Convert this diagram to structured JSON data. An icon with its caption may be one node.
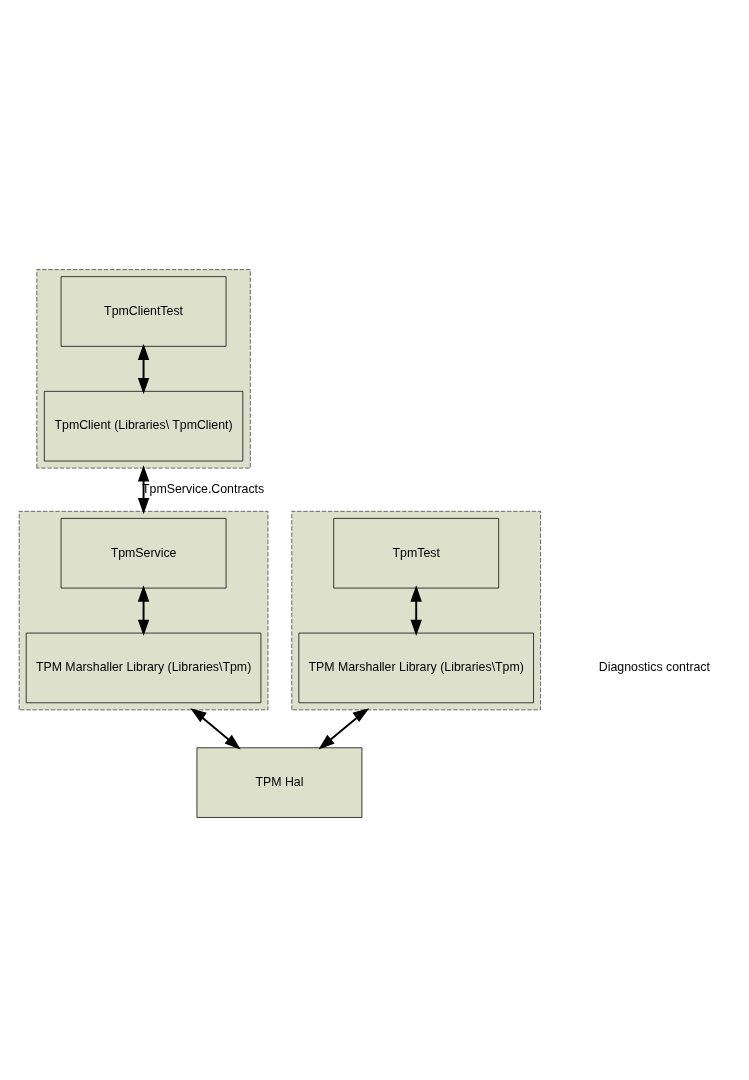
{
  "diagram": {
    "nodes": [
      {
        "text": [],
        "shape": "box"
      },
      {
        "text": [
          "TpmClientTest"
        ],
        "in": 0
      },
      {
        "text": [
          "TpmClient (Libraries\\ TpmClient)"
        ],
        "in": 0
      },
      {
        "text": [],
        "shape": "box"
      },
      {
        "text": [
          "TpmService"
        ],
        "in": 3
      },
      {
        "text": [
          "TPM Marshaller Library (Libraries\\Tpm)"
        ],
        "in": 3
      },
      {
        "text": [],
        "shape": "box"
      },
      {
        "text": [
          "TpmTest"
        ],
        "in": 6
      },
      {
        "text": [
          "TPM Marshaller Library (Libraries\\Tpm)"
        ],
        "in": 6
      },
      {
        "text": [
          "TPM Hal"
        ]
      }
    ],
    "edges": [
      {
        "from": 1,
        "to": 2,
        "arrow": "both"
      },
      {
        "from": 0,
        "to": 3,
        "arrow": "both",
        "label": "TpmService.Contracts"
      },
      {
        "from": 4,
        "to": 5,
        "arrow": "both"
      },
      {
        "from": 7,
        "to": 8,
        "arrow": "both"
      },
      {
        "from": 3,
        "to": 9,
        "arrow": "both"
      },
      {
        "from": 6,
        "to": 9,
        "arrow": "both"
      }
    ],
    "labels": [
      "Diagnostics contract"
    ]
  }
}
